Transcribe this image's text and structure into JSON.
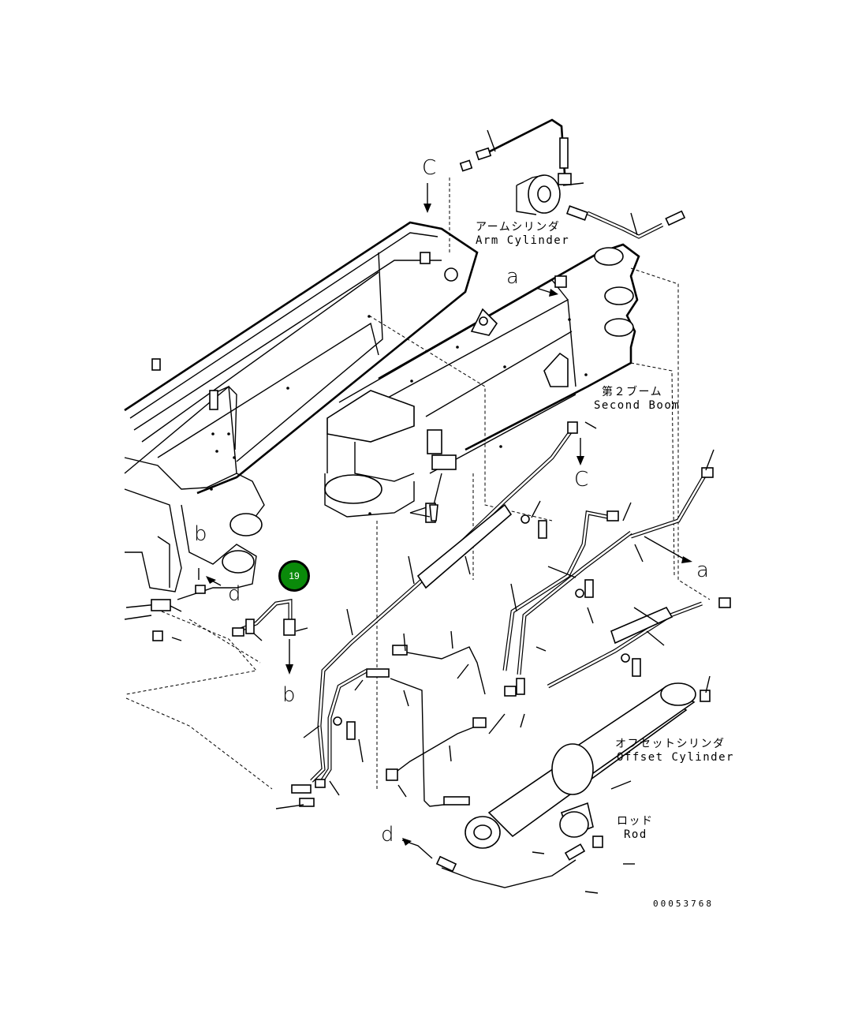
{
  "diagram": {
    "labels": {
      "arm_cylinder_jp": "アームシリンダ",
      "arm_cylinder_en": "Arm Cylinder",
      "second_boom_jp": "第２ブーム",
      "second_boom_en": "Second Boom",
      "offset_cylinder_jp": "オフセットシリンダ",
      "offset_cylinder_en": "Offset Cylinder",
      "rod_jp": "ロッド",
      "rod_en": "Rod"
    },
    "connection_letters": {
      "c_top": "C",
      "c_mid": "C",
      "a_top": "a",
      "a_right": "a",
      "b_left": "b",
      "b_low": "b",
      "d_left": "d",
      "d_bottom": "d"
    },
    "callout": {
      "number": "19",
      "color": "#0a8a0a"
    },
    "document_number": "00053768"
  }
}
